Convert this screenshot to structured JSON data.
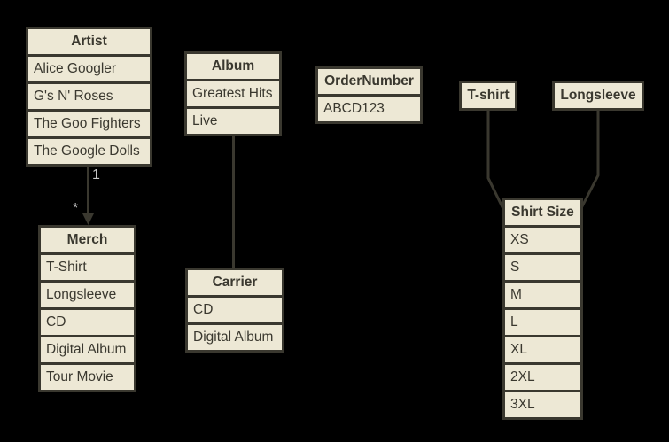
{
  "diagram": {
    "colors": {
      "background": "#000000",
      "box_fill": "#EDE8D5",
      "line_border_text": "#3A382F",
      "connector_label": "#C9C9C9"
    },
    "entities": {
      "artist": {
        "title": "Artist",
        "rows": [
          "Alice Googler",
          "G's N' Roses",
          "The Goo Fighters",
          "The Google Dolls"
        ]
      },
      "album": {
        "title": "Album",
        "rows": [
          "Greatest Hits",
          "Live"
        ]
      },
      "order_number": {
        "title": "OrderNumber",
        "rows": [
          "ABCD123"
        ]
      },
      "tshirt": {
        "title": "T-shirt",
        "rows": []
      },
      "longsleeve": {
        "title": "Longsleeve",
        "rows": []
      },
      "merch": {
        "title": "Merch",
        "rows": [
          "T-Shirt",
          "Longsleeve",
          "CD",
          "Digital Album",
          "Tour Movie"
        ]
      },
      "carrier": {
        "title": "Carrier",
        "rows": [
          "CD",
          "Digital Album"
        ]
      },
      "shirt_size": {
        "title": "Shirt Size",
        "rows": [
          "XS",
          "S",
          "M",
          "L",
          "XL",
          "2XL",
          "3XL"
        ]
      }
    },
    "connections": {
      "artist_merch": {
        "source_label": "1",
        "target_label": "*"
      }
    }
  }
}
